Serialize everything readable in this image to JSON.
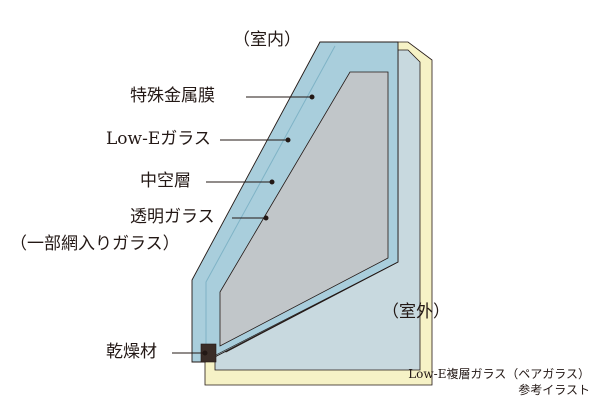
{
  "labels": {
    "indoor": "（室内）",
    "outdoor": "（室外）",
    "special_metal_film": "特殊金属膜",
    "low_e_glass": "Low-Eガラス",
    "hollow_layer": "中空層",
    "clear_glass": "透明ガラス",
    "clear_glass_note": "（一部網入りガラス）",
    "desiccant": "乾燥材"
  },
  "caption": {
    "line1": "Low-E複層ガラス（ペアガラス）",
    "line2": "参考イラスト"
  },
  "colors": {
    "glass_edge": "#a9cedc",
    "glass_face": "#c1c6c9",
    "spacer": "#cfe3ea",
    "frame": "#f6f2c6",
    "desiccant": "#3a2d28",
    "outline": "#231815"
  }
}
